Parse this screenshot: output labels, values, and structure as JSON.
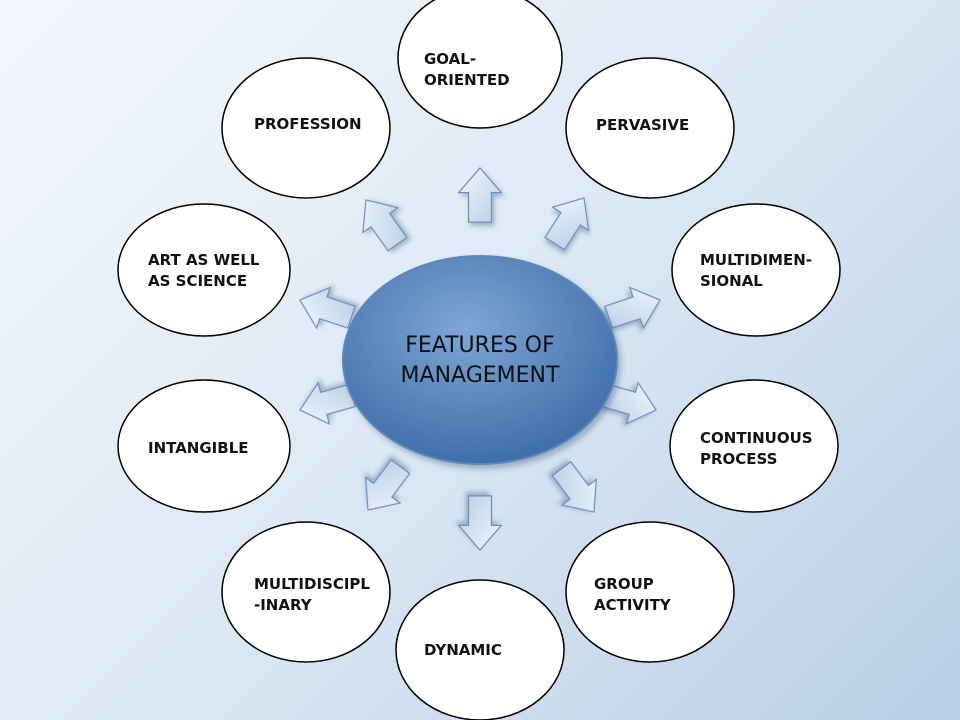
{
  "center": {
    "line1": "FEATURES OF",
    "line2": "MANAGEMENT"
  },
  "features": [
    {
      "id": "goal-oriented",
      "lines": [
        "GOAL-",
        "ORIENTED"
      ]
    },
    {
      "id": "pervasive",
      "lines": [
        "PERVASIVE"
      ]
    },
    {
      "id": "multidimensional",
      "lines": [
        "MULTIDIMEN-",
        "SIONAL"
      ]
    },
    {
      "id": "continuous-process",
      "lines": [
        "CONTINUOUS",
        "PROCESS"
      ]
    },
    {
      "id": "group-activity",
      "lines": [
        "GROUP",
        "ACTIVITY"
      ]
    },
    {
      "id": "dynamic",
      "lines": [
        "DYNAMIC"
      ]
    },
    {
      "id": "multidisciplinary",
      "lines": [
        "MULTIDISCIPL",
        "-INARY"
      ]
    },
    {
      "id": "intangible",
      "lines": [
        "INTANGIBLE"
      ]
    },
    {
      "id": "art-as-well-as-science",
      "lines": [
        "ART  AS  WELL",
        "AS SCIENCE"
      ]
    },
    {
      "id": "profession",
      "lines": [
        "PROFESSION"
      ]
    }
  ],
  "colors": {
    "center_fill": "#4f81bd",
    "arrow_fill": "#dce6f2",
    "arrow_stroke": "#6c8ebf",
    "node_fill": "#ffffff",
    "node_stroke": "#000000"
  }
}
